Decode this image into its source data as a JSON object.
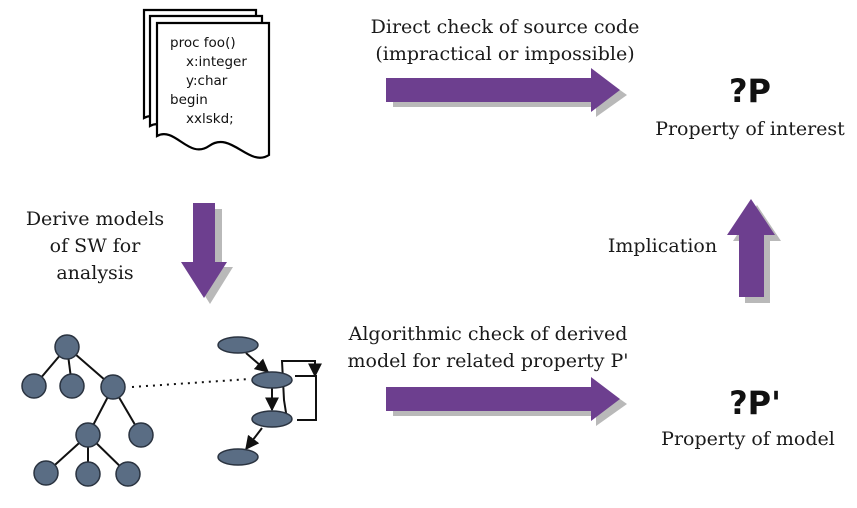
{
  "code_card": {
    "lines": [
      {
        "text": "proc foo()",
        "indent": 0
      },
      {
        "text": "x:integer",
        "indent": 1
      },
      {
        "text": "y:char",
        "indent": 1
      },
      {
        "text": "begin",
        "indent": 0
      },
      {
        "text": "xxlskd;",
        "indent": 1
      }
    ]
  },
  "labels": {
    "direct_check_line1": "Direct check of source code",
    "direct_check_line2": "(impractical or impossible)",
    "derive_line1": "Derive models",
    "derive_line2": "of SW for",
    "derive_line3": "analysis",
    "implication": "Implication",
    "algorithmic_line1": "Algorithmic check of derived",
    "algorithmic_line2": "model for related property P'",
    "property_interest_symbol": "?P",
    "property_interest_label": "Property of interest",
    "property_model_symbol": "?P'",
    "property_model_label": "Property of model"
  },
  "colors": {
    "arrow_fill": "#6d3f8f",
    "arrow_shadow": "#b9b9b9",
    "node_fill": "#5a6d84",
    "node_stroke": "#2a3340"
  }
}
